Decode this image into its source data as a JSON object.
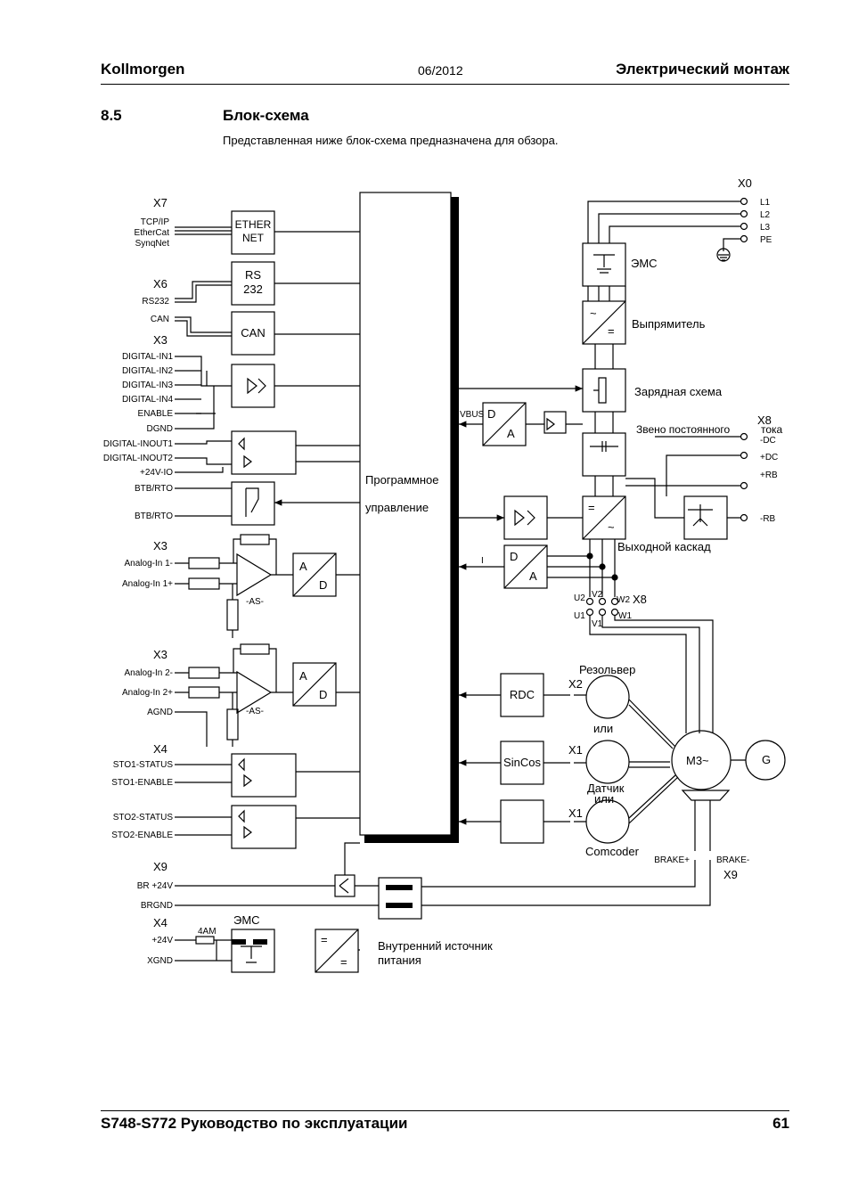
{
  "header": {
    "left": "Kollmorgen",
    "center": "06/2012",
    "right": "Электрический монтаж"
  },
  "section": {
    "number": "8.5",
    "title": "Блок-схема",
    "intro": "Представленная ниже блок-схема предназначена для обзора."
  },
  "footer": {
    "left": "S748-S772 Руководство по эксплуатации",
    "right": "61"
  },
  "diagram": {
    "x7": "X7",
    "tcp": "TCP/IP",
    "ethercat": "EtherCat",
    "synqnet": "SynqNet",
    "ether1": "ETHER",
    "ether2": "NET",
    "x6": "X6",
    "rs232": "RS232",
    "rs1": "RS",
    "rs2": "232",
    "can_label": "CAN",
    "can_box": "CAN",
    "x3a": "X3",
    "din1": "DIGITAL-IN1",
    "din2": "DIGITAL-IN2",
    "din3": "DIGITAL-IN3",
    "din4": "DIGITAL-IN4",
    "enable": "ENABLE",
    "dgnd": "DGND",
    "dio1": "DIGITAL-INOUT1",
    "dio2": "DIGITAL-INOUT2",
    "p24io": "+24V-IO",
    "btb1": "BTB/RTO",
    "btb2": "BTB/RTO",
    "x3b": "X3",
    "ain1m": "Analog-In 1-",
    "ain1p": "Analog-In 1+",
    "as1": "-AS-",
    "x3c": "X3",
    "ain2m": "Analog-In 2-",
    "ain2p": "Analog-In 2+",
    "agnd": "AGND",
    "as2": "-AS-",
    "ad_a": "A",
    "ad_d": "D",
    "x4a": "X4",
    "sto1s": "STO1-STATUS",
    "sto1e": "STO1-ENABLE",
    "sto2s": "STO2-STATUS",
    "sto2e": "STO2-ENABLE",
    "x9a": "X9",
    "br24": "BR +24V",
    "brgnd": "BRGND",
    "x4b": "X4",
    "p24": "+24V",
    "xgnd": "XGND",
    "fuse": "4AM",
    "emc2": "ЭМС",
    "psu1": "Внутренний источник",
    "psu2": "питания",
    "prog1": "Программное",
    "prog2": "управление",
    "x0": "X0",
    "l1": "L1",
    "l2": "L2",
    "l3": "L3",
    "pe": "PE",
    "emc": "ЭМС",
    "rect": "Выпрямитель",
    "charge": "Зарядная схема",
    "dclink1": "Звено постоянного",
    "dclink2": "тока",
    "x8a": "X8",
    "mdc": "-DC",
    "pdc": "+DC",
    "prb": "+RB",
    "rb": "-RB",
    "vbus": "VBUS",
    "da_d": "D",
    "da_a": "A",
    "output": "Выходной каскад",
    "i_label": "I",
    "u2": "U2",
    "v2": "V2",
    "w2": "W2",
    "x8b": "X8",
    "u1": "U1",
    "v1": "V1",
    "w1": "W1",
    "resolver": "Резольвер",
    "x2": "X2",
    "rdc": "RDC",
    "ili1": "или",
    "x1a": "X1",
    "sincos": "SinCos",
    "sensor": "Датчик",
    "ili2": "или",
    "x1b": "X1",
    "comcoder": "Comcoder",
    "motor": "M3~",
    "gen": "G",
    "brakep": "BRAKE+",
    "brakem": "BRAKE-",
    "x9b": "X9"
  }
}
